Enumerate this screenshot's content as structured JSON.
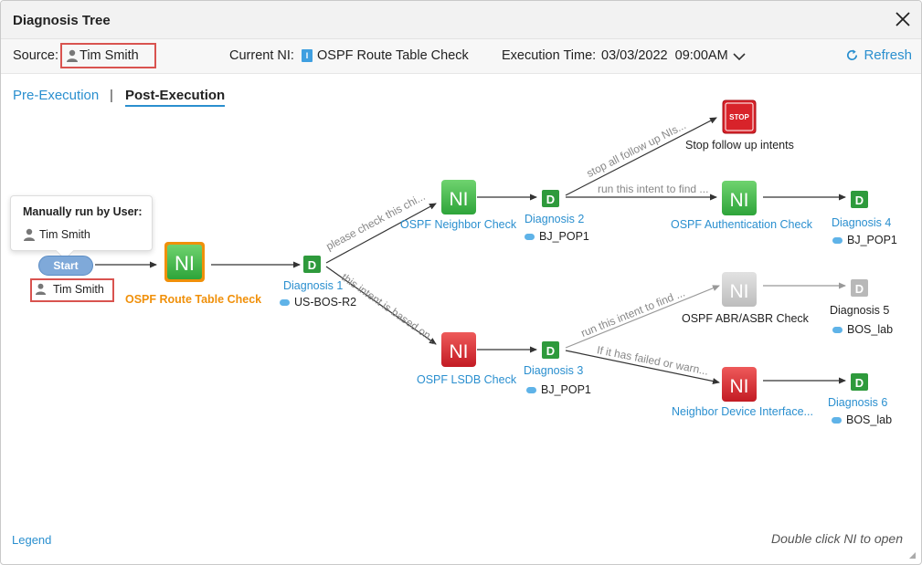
{
  "window": {
    "title": "Diagnosis Tree"
  },
  "header": {
    "source_label": "Source:",
    "source_user": "Tim Smith",
    "current_ni_label": "Current NI:",
    "current_ni_badge": "I",
    "current_ni_value": "OSPF Route Table Check",
    "exec_time_label": "Execution Time:",
    "exec_time_value": "03/03/2022  09:00AM",
    "refresh_label": "Refresh"
  },
  "tabs": {
    "pre": "Pre-Execution",
    "separator": "|",
    "post": "Post-Execution",
    "active": "post"
  },
  "tooltip": {
    "title": "Manually run by User:",
    "user": "Tim Smith"
  },
  "start": {
    "label": "Start",
    "user": "Tim Smith"
  },
  "nodes": {
    "ni_root": {
      "badge": "NI",
      "label": "OSPF Route Table Check"
    },
    "diag1": {
      "badge": "D",
      "label": "Diagnosis 1",
      "device": "US-BOS-R2"
    },
    "ni_neighbor": {
      "badge": "NI",
      "label": "OSPF Neighbor Check"
    },
    "ni_lsdb": {
      "badge": "NI",
      "label": "OSPF LSDB Check"
    },
    "diag2": {
      "badge": "D",
      "label": "Diagnosis 2",
      "device": "BJ_POP1"
    },
    "diag3": {
      "badge": "D",
      "label": "Diagnosis 3",
      "device": "BJ_POP1"
    },
    "stop": {
      "badge": "STOP",
      "label": "Stop follow up intents"
    },
    "ni_auth": {
      "badge": "NI",
      "label": "OSPF Authentication Check"
    },
    "ni_abr": {
      "badge": "NI",
      "label": "OSPF ABR/ASBR Check"
    },
    "ni_neighbor_iface": {
      "badge": "NI",
      "label": "Neighbor Device Interface..."
    },
    "diag4": {
      "badge": "D",
      "label": "Diagnosis 4",
      "device": "BJ_POP1"
    },
    "diag5": {
      "badge": "D",
      "label": "Diagnosis 5",
      "device": "BOS_lab"
    },
    "diag6": {
      "badge": "D",
      "label": "Diagnosis 6",
      "device": "BOS_lab"
    }
  },
  "edges": {
    "e_check": "please check this chi...",
    "e_based": "this intent is based on...",
    "e_stop": "stop all follow up NIs...",
    "e_find1": "run this intent to find ...",
    "e_find2": "run this intent to find ...",
    "e_failed": "If it has failed or warn..."
  },
  "footer": {
    "legend": "Legend",
    "hint": "Double click NI to open"
  },
  "colors": {
    "accent": "#2a8fcf",
    "ni_green": "#3cb54a",
    "ni_red": "#d0222d",
    "ni_gray": "#c8c8c8",
    "diag_green": "#2e9a3c",
    "root_highlight": "#f0900a",
    "highlight_box": "#d9534f"
  }
}
